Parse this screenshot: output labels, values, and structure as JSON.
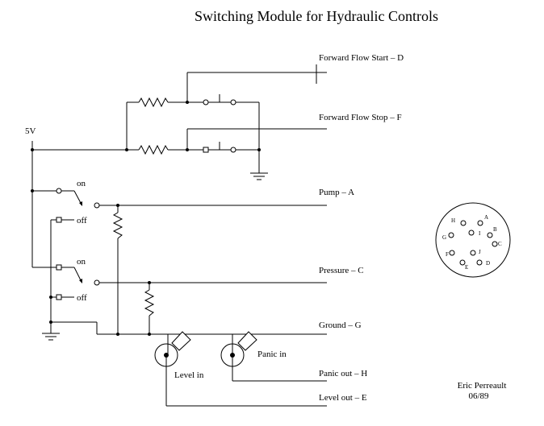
{
  "title": "Switching Module for Hydraulic Controls",
  "supply_label": "5V",
  "outputs": {
    "forward_flow_start": "Forward Flow Start   –  D",
    "forward_flow_stop": "Forward Flow Stop   –  F",
    "pump": "Pump   –  A",
    "pressure": "Pressure   –  C",
    "ground": "Ground   –  G",
    "panic_out": "Panic out   –  H",
    "level_out": "Level out   –  E"
  },
  "switches": {
    "pump_on": "on",
    "pump_off": "off",
    "pressure_on": "on",
    "pressure_off": "off"
  },
  "jacks": {
    "level_in": "Level in",
    "panic_in": "Panic in"
  },
  "connector_pins": [
    "H",
    "A",
    "B",
    "G",
    "I",
    "C",
    "F",
    "J",
    "E",
    "D"
  ],
  "author": "Eric Perreault",
  "date": "06/89"
}
